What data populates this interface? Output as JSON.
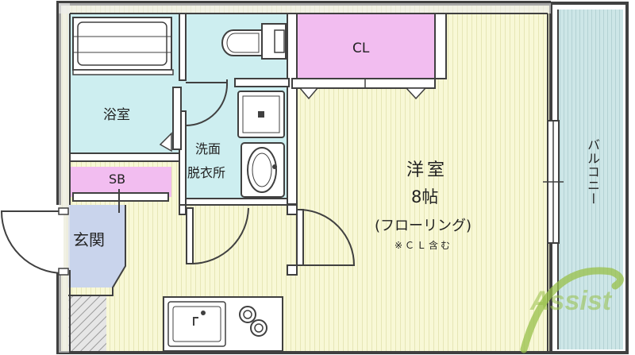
{
  "floorplan": {
    "rooms": {
      "bathroom": "浴室",
      "washroom_line1": "洗面",
      "washroom_line2": "脱衣所",
      "storage_box": "SB",
      "closet": "CL",
      "entrance": "玄関",
      "western_room": "洋室",
      "room_size": "8帖",
      "flooring": "(フローリング)",
      "size_note": "※ＣＬ含む",
      "balcony": "バルコニー"
    },
    "watermark": "Assist",
    "colors": {
      "wall": "#404040",
      "wet_area": "#cdeef0",
      "closet": "#f2bdf0",
      "floor": "#f8f8d6",
      "entrance_tile": "#c9d4ec",
      "balcony": "#cde6e7",
      "watermark": "#98c04a"
    }
  }
}
